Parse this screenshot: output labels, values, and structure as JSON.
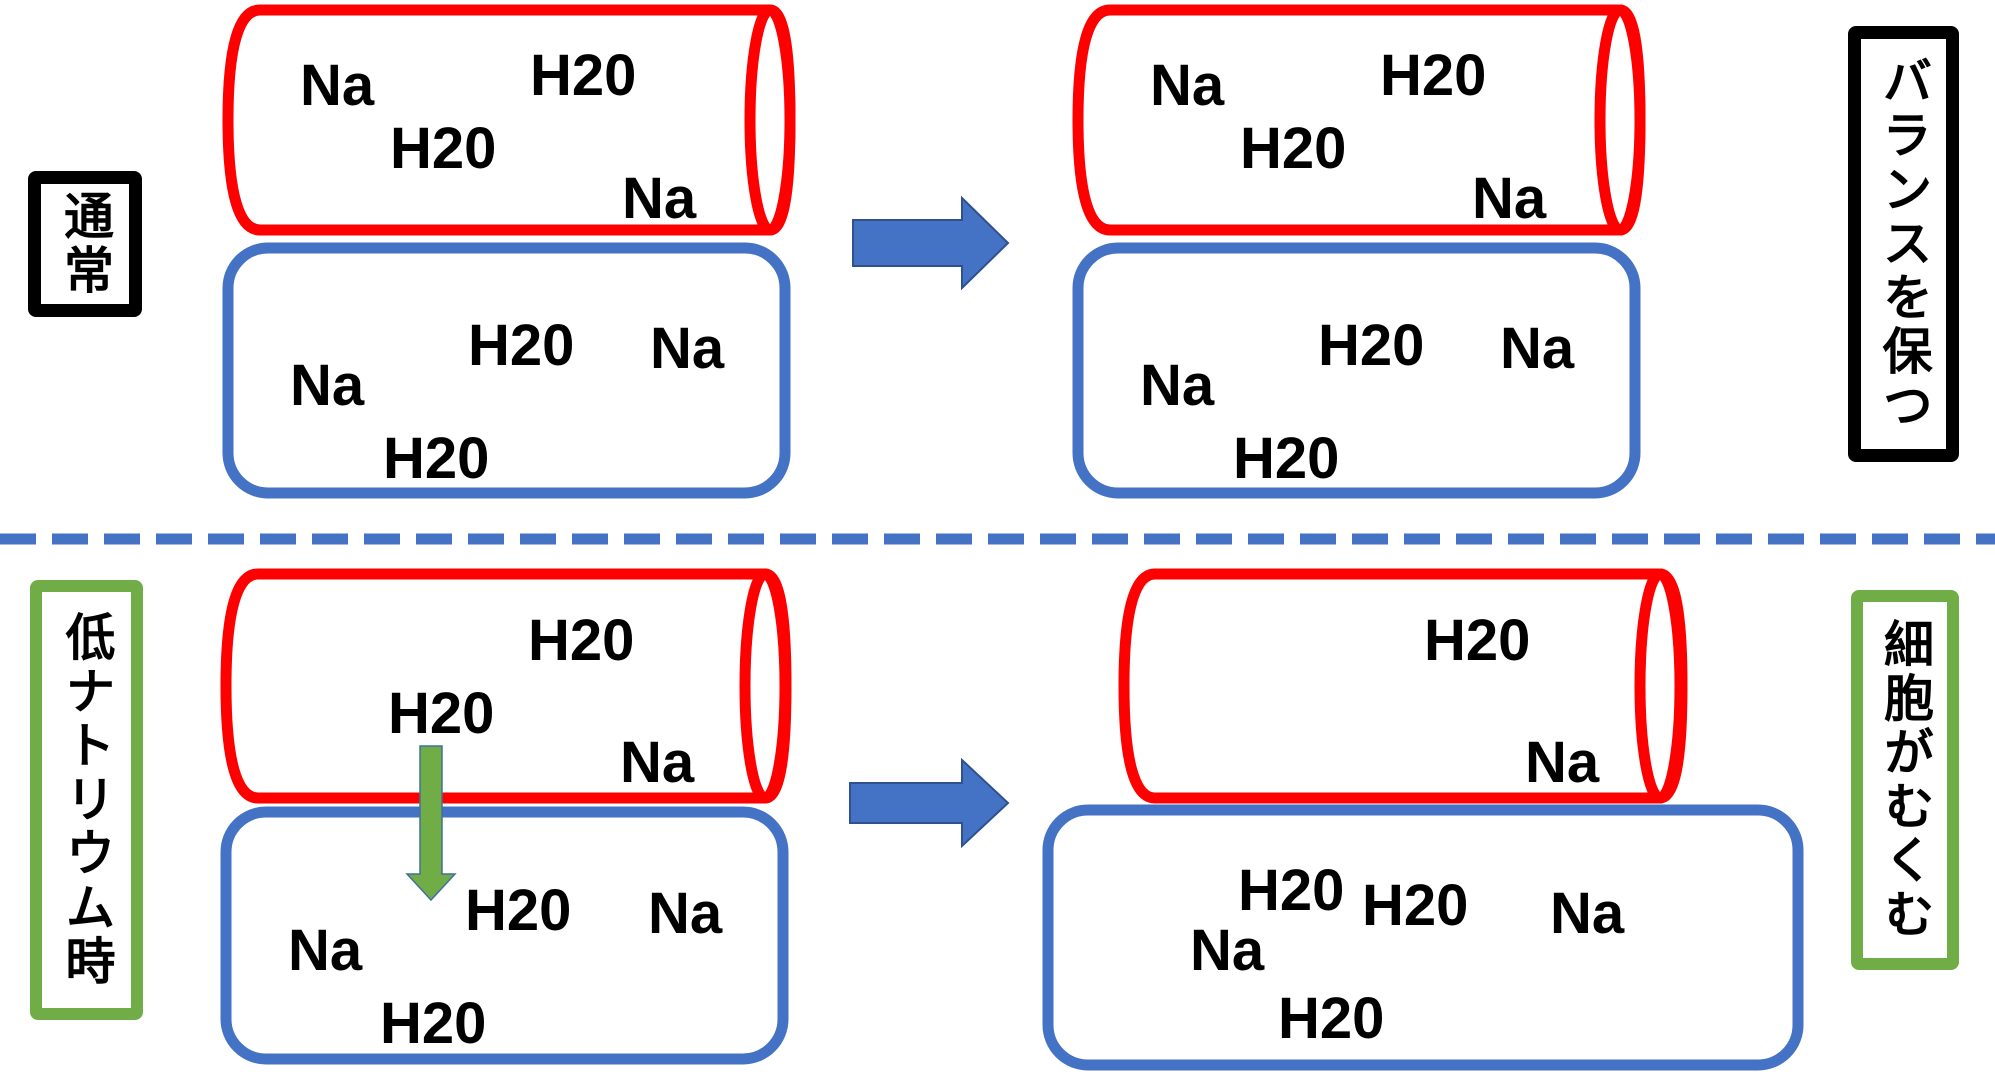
{
  "colors": {
    "blood_vessel": "#FF0000",
    "cell": "#4472C4",
    "normal_label_border": "#000000",
    "low_sodium_label_border": "#70AD47",
    "arrow": "#4472C4",
    "water_flow_arrow": "#70AD47",
    "divider": "#4472C4"
  },
  "rows": [
    {
      "label": "通常",
      "result_label": "バランスを保つ",
      "before": {
        "vessel_items": [
          "Na",
          "H20",
          "H20",
          "Na"
        ],
        "cell_items": [
          "H20",
          "Na",
          "Na",
          "H20"
        ]
      },
      "after": {
        "vessel_items": [
          "Na",
          "H20",
          "H20",
          "Na"
        ],
        "cell_items": [
          "H20",
          "Na",
          "Na",
          "H20"
        ]
      }
    },
    {
      "label": "低ナトリウム時",
      "result_label": "細胞がむくむ",
      "before": {
        "vessel_items": [
          "H20",
          "H20",
          "Na"
        ],
        "cell_items": [
          "H20",
          "Na",
          "Na",
          "H20"
        ]
      },
      "after": {
        "vessel_items": [
          "H20",
          "Na"
        ],
        "cell_items": [
          "H20",
          "H20",
          "Na",
          "Na",
          "H20"
        ]
      }
    }
  ]
}
